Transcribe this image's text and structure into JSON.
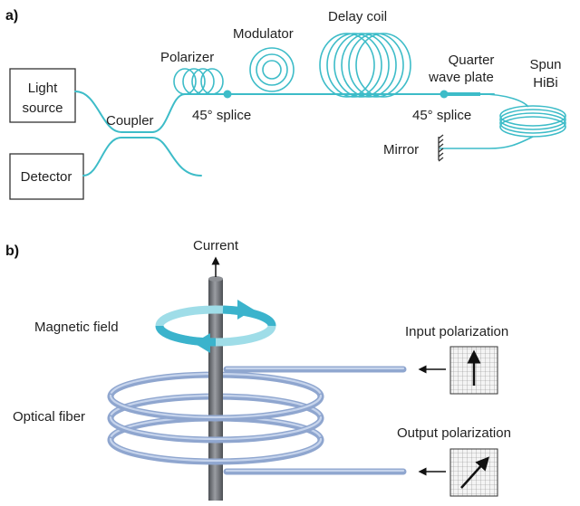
{
  "colors": {
    "fiber": "#3dbcc8",
    "coil_tube": "#8fa6cf",
    "coil_tube_light": "#c6d4ec",
    "arrow_field": "#3bb3cc",
    "conductor": "#6c6f74",
    "text": "#222222"
  },
  "panel_a": {
    "tag": "a)",
    "light_source_line1": "Light",
    "light_source_line2": "source",
    "detector": "Detector",
    "coupler": "Coupler",
    "polarizer": "Polarizer",
    "modulator": "Modulator",
    "delay_coil": "Delay coil",
    "splice_left": "45° splice",
    "quarter_line1": "Quarter",
    "quarter_line2": "wave plate",
    "splice_right": "45° splice",
    "spun_line1": "Spun",
    "spun_line2": "HiBi",
    "mirror": "Mirror"
  },
  "panel_b": {
    "tag": "b)",
    "current": "Current",
    "magnetic_field": "Magnetic field",
    "optical_fiber": "Optical fiber",
    "input_polarization": "Input polarization",
    "output_polarization": "Output polarization"
  }
}
